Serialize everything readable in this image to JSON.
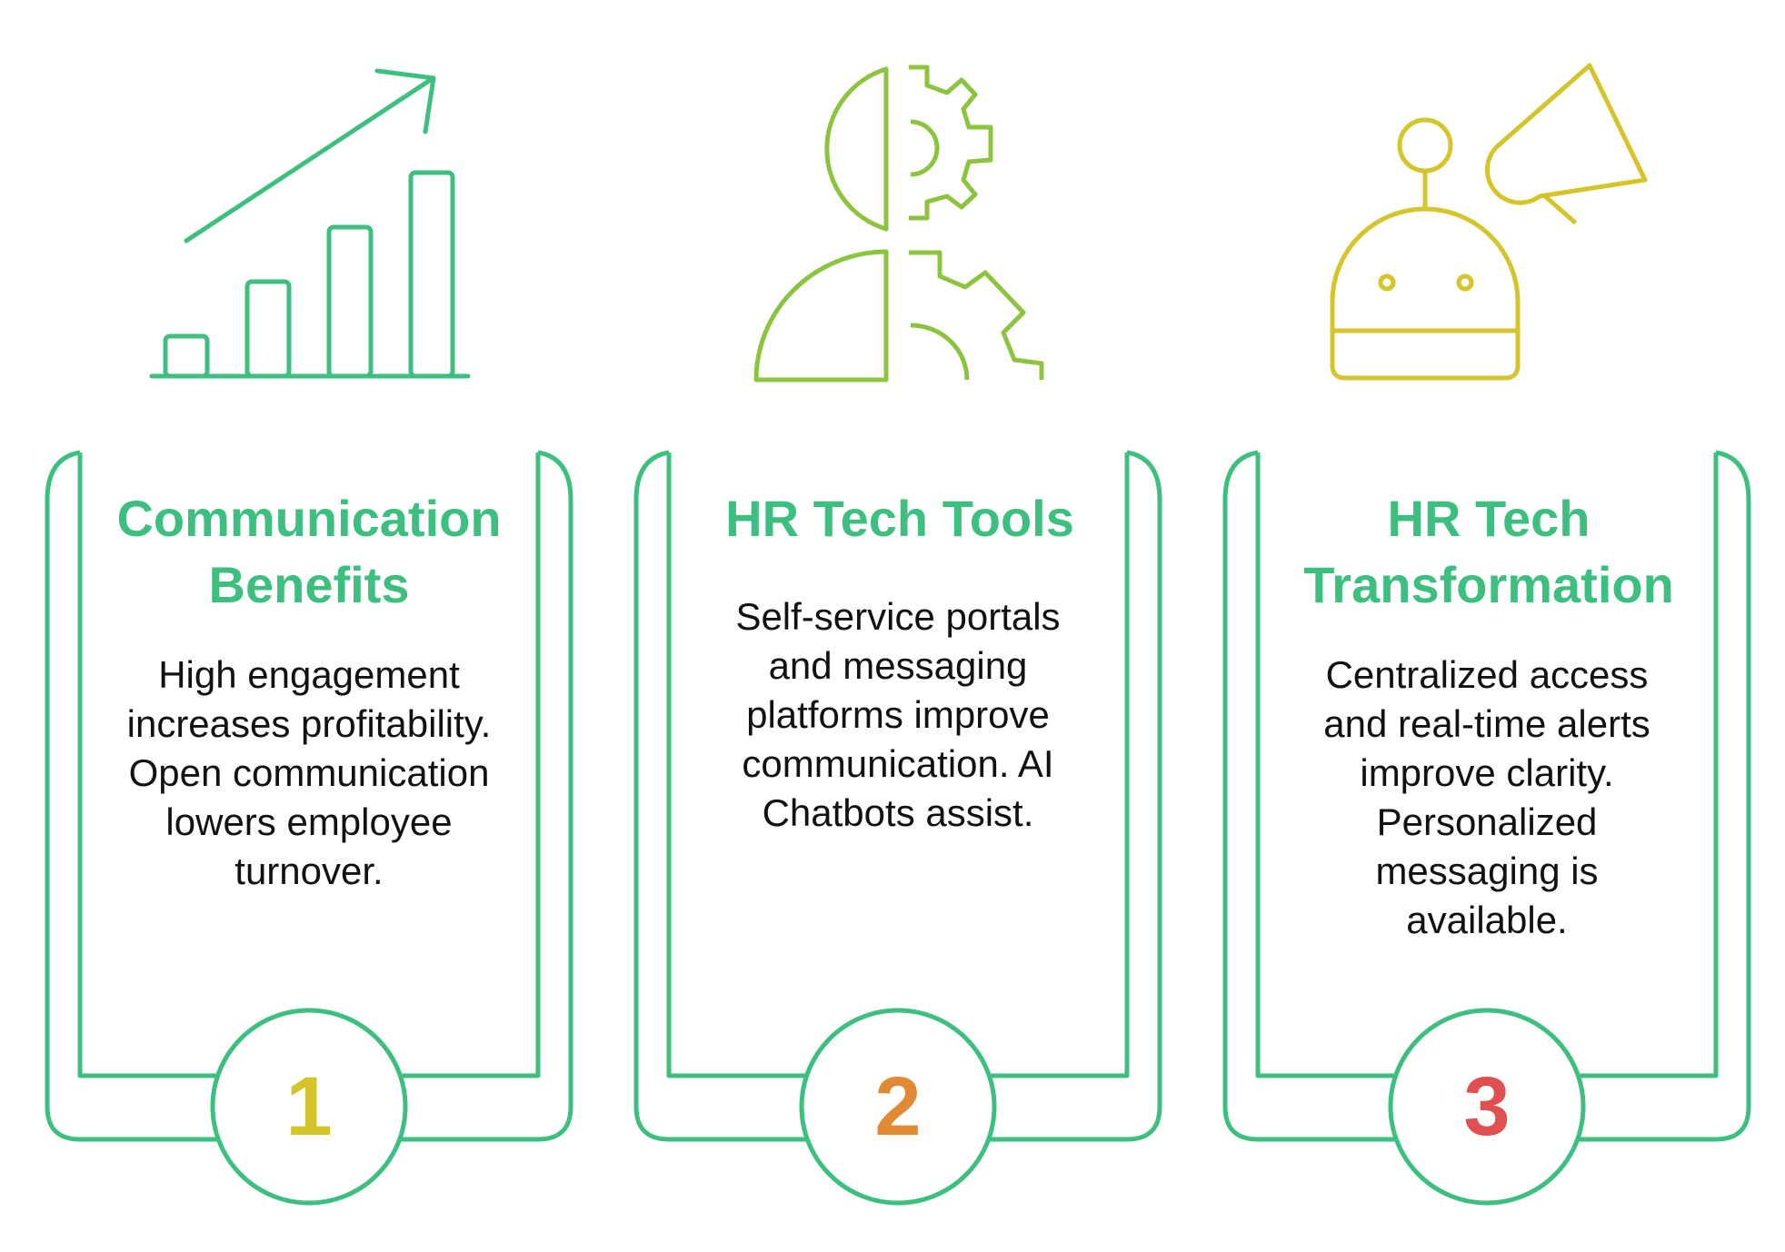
{
  "colors": {
    "frame": "#3dbf7f",
    "title": "#3dbf7f",
    "icon1": "#3dbf7f",
    "icon2": "#8cc43f",
    "icon3": "#d6c52a",
    "num1": "#d6c52a",
    "num2": "#e08a33",
    "num3": "#e05050"
  },
  "cards": [
    {
      "icon": "growth-chart-icon",
      "title": "Communication Benefits",
      "description": "High engagement increases profitability. Open communication lowers employee turnover.",
      "number": "1"
    },
    {
      "icon": "head-gears-icon",
      "title": "HR Tech Tools",
      "description": "Self-service portals and messaging platforms improve communication. AI Chatbots assist.",
      "number": "2"
    },
    {
      "icon": "robot-megaphone-icon",
      "title": "HR Tech Transformation",
      "description": "Centralized access and real-time alerts improve clarity. Personalized messaging is available.",
      "number": "3"
    }
  ]
}
